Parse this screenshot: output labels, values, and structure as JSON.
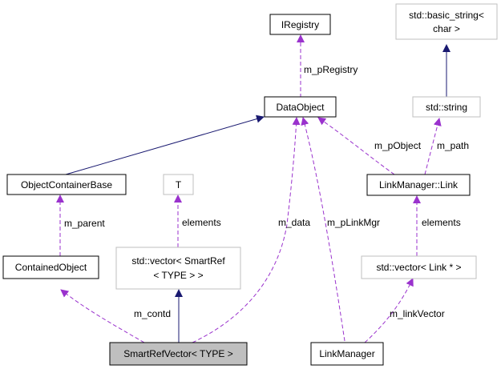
{
  "colors": {
    "inheritance_edge": "#191970",
    "usage_edge": "#9a32cd",
    "node_border_documented": "#000000",
    "node_border_external": "#bfbfbf",
    "highlight_fill": "#bfbfbf",
    "node_fill": "#ffffff"
  },
  "nodes": {
    "iregistry": {
      "label": "IRegistry"
    },
    "basic_string_l1": {
      "label": "std::basic_string<"
    },
    "basic_string_l2": {
      "label": "char >"
    },
    "dataobject": {
      "label": "DataObject"
    },
    "stdstring": {
      "label": "std::string"
    },
    "objectcontainerbase": {
      "label": "ObjectContainerBase"
    },
    "t": {
      "label": "T"
    },
    "linkmanager_link": {
      "label": "LinkManager::Link"
    },
    "containedobject": {
      "label": "ContainedObject"
    },
    "vector_smartref_l1": {
      "label": "std::vector< SmartRef"
    },
    "vector_smartref_l2": {
      "label": "< TYPE > >"
    },
    "vector_link": {
      "label": "std::vector< Link * >"
    },
    "smartrefvector": {
      "label": "SmartRefVector< TYPE >"
    },
    "linkmanager": {
      "label": "LinkManager"
    }
  },
  "edge_labels": {
    "m_pRegistry": "m_pRegistry",
    "m_pObject": "m_pObject",
    "m_path": "m_path",
    "m_parent": "m_parent",
    "elements_t": "elements",
    "m_data": "m_data",
    "m_pLinkMgr": "m_pLinkMgr",
    "elements_link": "elements",
    "m_contd": "m_contd",
    "m_linkVector": "m_linkVector"
  }
}
